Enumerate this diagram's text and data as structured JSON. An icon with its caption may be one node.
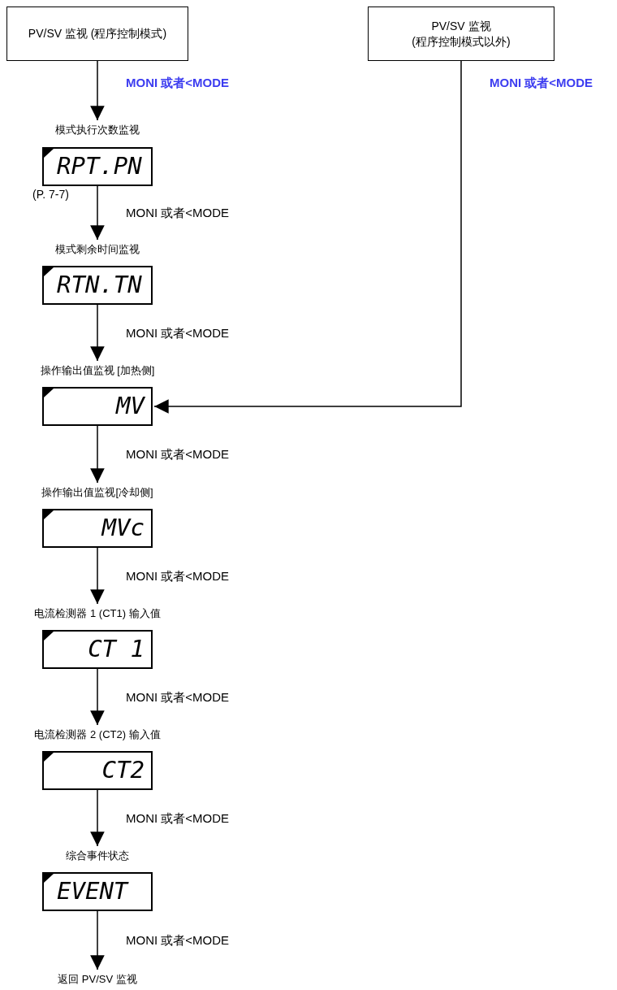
{
  "diagram": {
    "nodes": [
      {
        "text": [
          "PV/SV 监视 (程序控制模式)"
        ]
      },
      {
        "text": [
          "PV/SV 监视 (程序控制模式以外)"
        ]
      },
      {
        "text": [
          "模式执行次数监视",
          "RPT.PN"
        ],
        "beside": [
          "(P. 7-7)"
        ]
      },
      {
        "text": [
          "模式剩余时间监视",
          "RTN.TN"
        ]
      },
      {
        "text": [
          "操作输出值监视 [加热侧]",
          "MV"
        ]
      },
      {
        "text": [
          "操作输出值监视[冷却侧]",
          "MVc"
        ]
      },
      {
        "text": [
          "电流检测器 1 (CT1) 输入值",
          "CT 1"
        ]
      },
      {
        "text": [
          "电流检测器 2 (CT2) 输入值",
          "CT2"
        ]
      },
      {
        "text": [
          "综合事件状态",
          "EVENT"
        ]
      },
      {
        "text": [
          "返回 PV/SV 监视"
        ]
      }
    ],
    "edges": [
      {
        "from": 0,
        "to": 2,
        "arrow": "to",
        "label": "**MONI** 或者**<MODE**"
      },
      {
        "from": 1,
        "to": 4,
        "arrow": "to",
        "label": "**MONI** 或者**<MODE**"
      },
      {
        "from": 2,
        "to": 3,
        "arrow": "to",
        "label": "MONI 或者<MODE"
      },
      {
        "from": 3,
        "to": 4,
        "arrow": "to",
        "label": "MONI 或者<MODE"
      },
      {
        "from": 4,
        "to": 5,
        "arrow": "to",
        "label": "MONI 或者<MODE"
      },
      {
        "from": 5,
        "to": 6,
        "arrow": "to",
        "label": "MONI 或者<MODE"
      },
      {
        "from": 6,
        "to": 7,
        "arrow": "to",
        "label": "MONI 或者<MODE"
      },
      {
        "from": 7,
        "to": 8,
        "arrow": "to",
        "label": "MONI 或者<MODE"
      },
      {
        "from": 8,
        "to": 9,
        "arrow": "to",
        "label": "MONI 或者<MODE"
      }
    ]
  }
}
